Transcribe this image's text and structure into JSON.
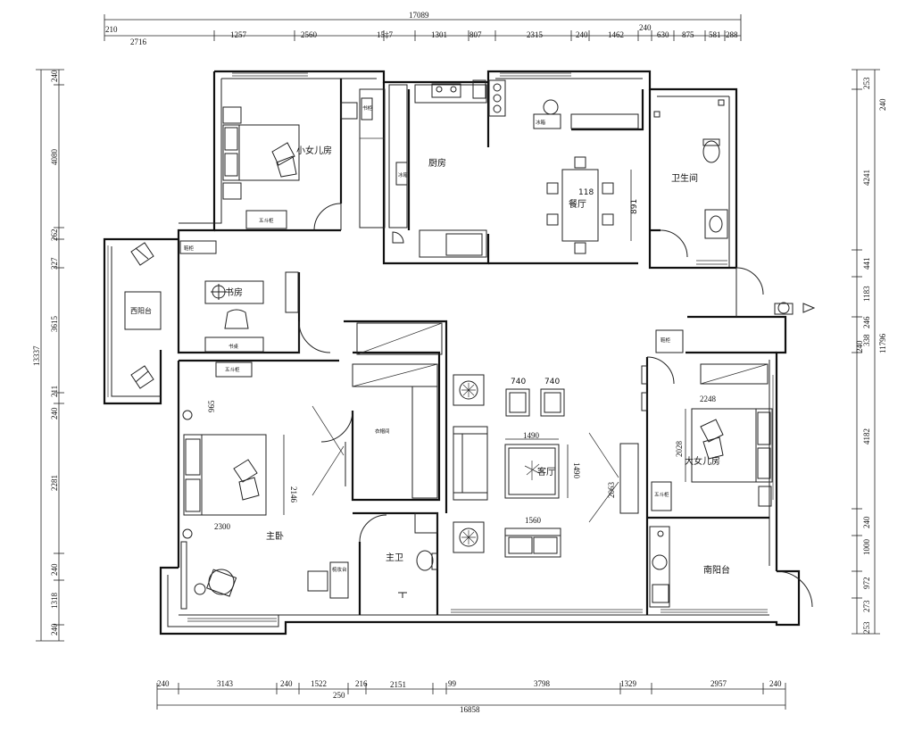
{
  "dims": {
    "top_total": "17089",
    "top_row": [
      "210",
      "1257",
      "2560",
      "15‡7",
      "1301",
      "807",
      "2315",
      "240",
      "1462",
      "240",
      "630",
      "875",
      "581",
      "288"
    ],
    "top_left": "2716",
    "bottom_row": [
      "240",
      "3143",
      "240",
      "1522",
      "250",
      "216",
      "2151",
      "99",
      "3798",
      "1329",
      "2957",
      "240"
    ],
    "bottom_total": "16858",
    "left_col": [
      "240",
      "4080",
      "262",
      "327",
      "3615",
      "13337",
      "211",
      "240",
      "2281",
      "240",
      "1318",
      "240"
    ],
    "right_col": [
      "253",
      "240",
      "4241",
      "441",
      "1183",
      "246",
      "338",
      "240",
      "11796",
      "4182",
      "240",
      "1000",
      "972",
      "273",
      "253"
    ]
  },
  "rooms": {
    "kids_room_small": "小女儿房",
    "kitchen": "厨房",
    "dining": "餐厅",
    "bathroom": "卫生间",
    "balcony_west": "西阳台",
    "study": "书房",
    "master_bedroom": "主卧",
    "master_bath": "主卫",
    "living": "客厅",
    "kids_room_big": "大女儿房",
    "south_balcony": "南阳台",
    "walk_in": "衣帽间"
  },
  "labels": {
    "wardrobe": "五斗柜",
    "bookcase": "书柜",
    "desk": "书桌",
    "shoe": "鞋柜",
    "vanity": "梳妆台",
    "fridge": "冰箱",
    "fridge2": "冰箱"
  },
  "furniture_dims": {
    "bed_master": "2300",
    "bed_master_len": "2146",
    "bed_master_top": "965",
    "bed_big": "2248",
    "bed_big_len": "2028",
    "chair_a": "740",
    "chair_b": "740",
    "table_w": "1490",
    "table_h": "1490",
    "sofa_w": "1560",
    "tv_wall": "2063",
    "dining_len": "891",
    "dining_w": "118"
  }
}
